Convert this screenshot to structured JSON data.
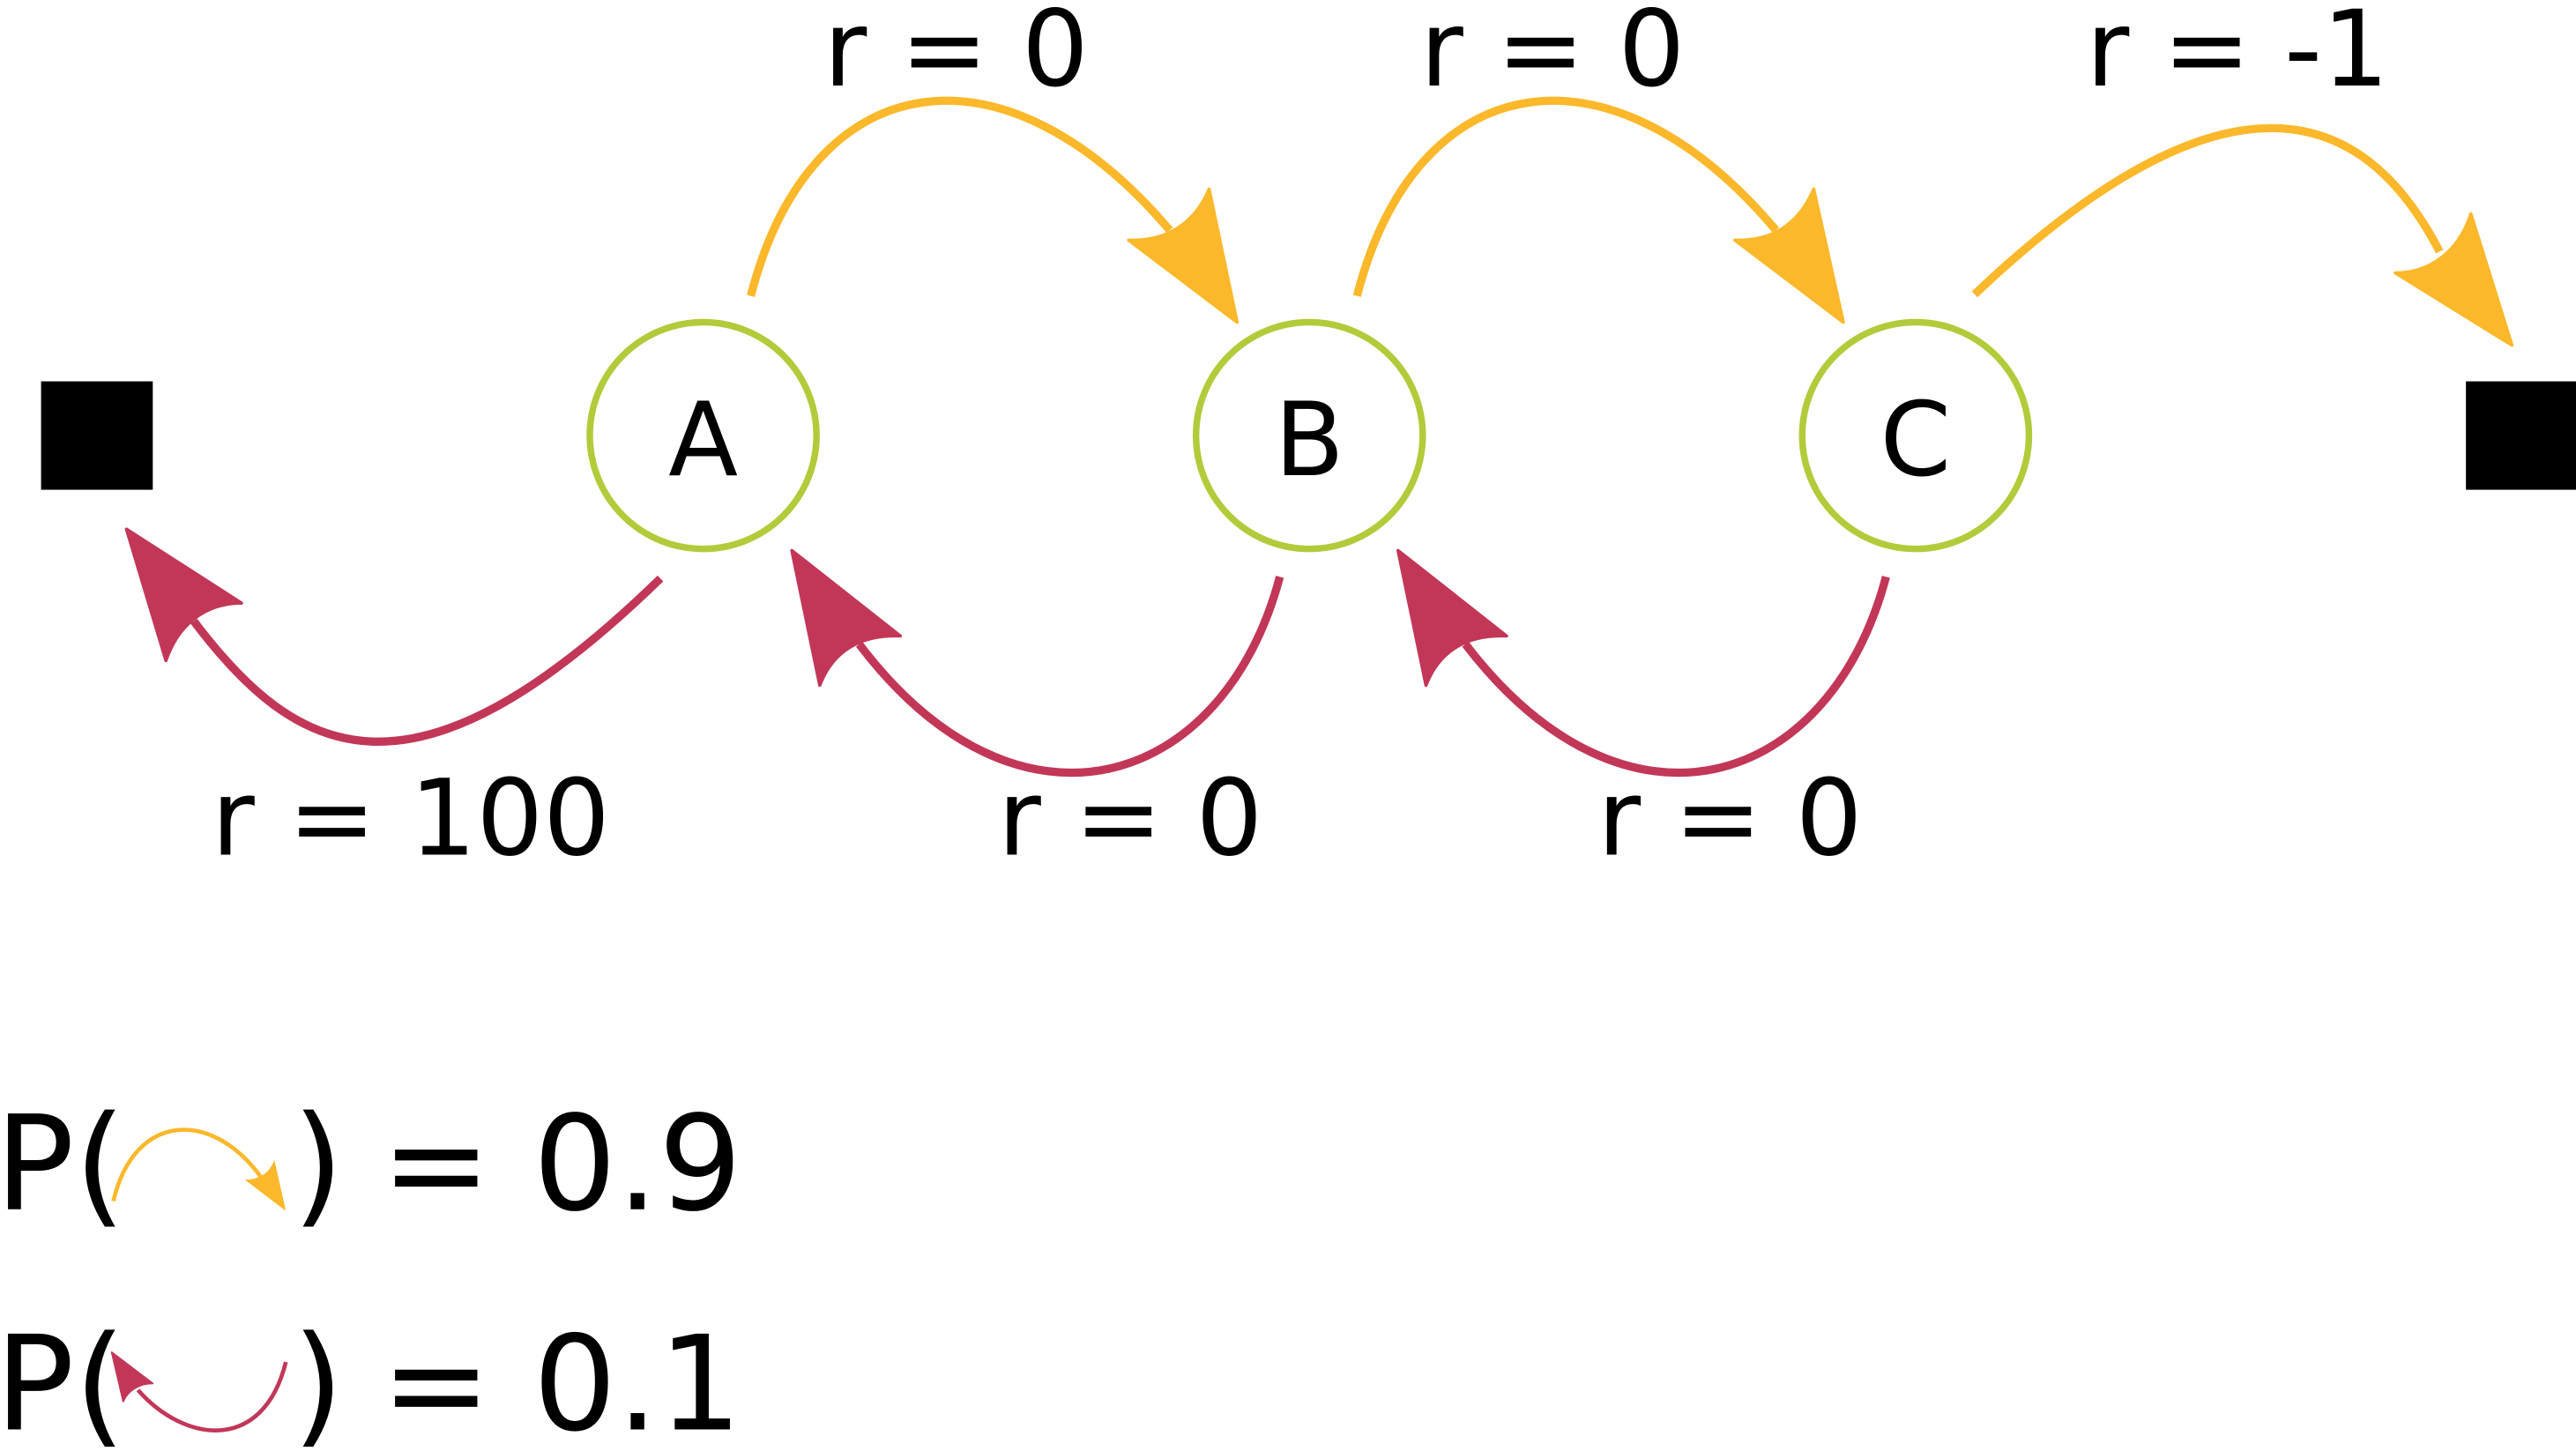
{
  "colors": {
    "forward": "#FBB82B",
    "backward": "#C23758",
    "state_border": "#B2CB3B",
    "terminal": "#000000"
  },
  "states": [
    {
      "id": "A",
      "label": "A"
    },
    {
      "id": "B",
      "label": "B"
    },
    {
      "id": "C",
      "label": "C"
    }
  ],
  "forward_rewards": {
    "A_to_B": "r = 0",
    "B_to_C": "r = 0",
    "C_to_terminal": "r = -1"
  },
  "backward_rewards": {
    "A_to_terminal": "r = 100",
    "B_to_A": "r = 0",
    "C_to_B": "r = 0"
  },
  "legend": {
    "forward": {
      "prefix": "P(",
      "suffix": ")",
      "value": "= 0.9"
    },
    "backward": {
      "prefix": "P(",
      "suffix": ")",
      "value": "= 0.1"
    }
  }
}
